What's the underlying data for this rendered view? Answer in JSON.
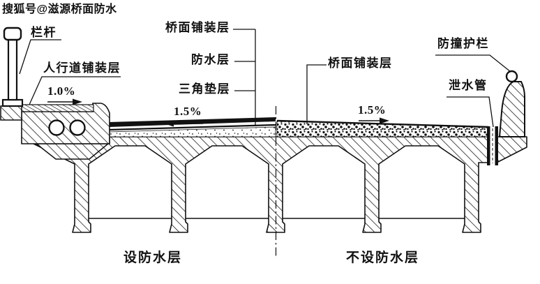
{
  "watermark": "搜狐号@滋源桥面防水",
  "labels": {
    "railing": "栏杆",
    "sidewalk_pavement_layer": "人行道铺装层",
    "deck_pavement_layer_left": "桥面铺装层",
    "waterproof_layer": "防水层",
    "triangle_cushion_layer": "三角垫层",
    "deck_pavement_layer_right": "桥面铺装层",
    "crash_barrier": "防撞护栏",
    "drain_pipe": "泄水管"
  },
  "slopes": {
    "sidewalk_slope": "1.0%",
    "left_deck_slope": "1.5%",
    "right_deck_slope": "1.5%"
  },
  "zones": {
    "left": "设防水层",
    "right": "不设防水层"
  },
  "colors": {
    "ink": "#111111",
    "paper": "#ffffff"
  }
}
